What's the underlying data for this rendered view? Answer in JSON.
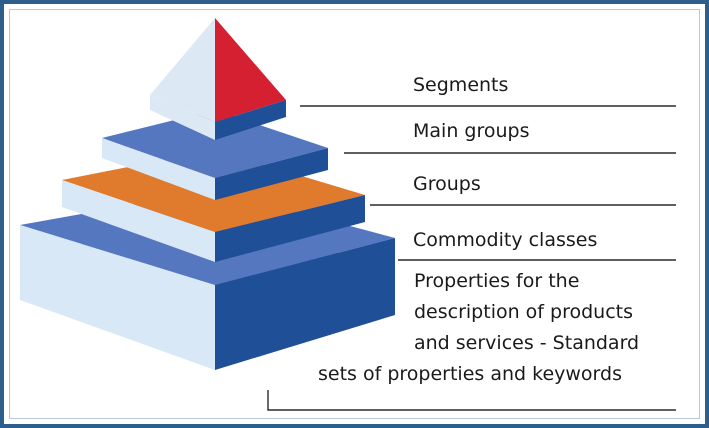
{
  "levels": [
    {
      "id": "segments",
      "label": "Segments"
    },
    {
      "id": "main_groups",
      "label": "Main groups"
    },
    {
      "id": "groups",
      "label": "Groups"
    },
    {
      "id": "commodity_classes",
      "label": "Commodity classes"
    }
  ],
  "properties": {
    "lines": [
      "Properties for the",
      "description of products",
      "and services - Standard",
      "sets of properties and keywords"
    ]
  },
  "colors": {
    "frame": "#2e5f8c",
    "top_light": "#dce9f5",
    "top_red": "#d42030",
    "slab_top_blue": "#5577c0",
    "slab_front_light": "#d8e8f6",
    "slab_side_dark": "#1f4f96",
    "slab_top_orange": "#e07a2c"
  }
}
